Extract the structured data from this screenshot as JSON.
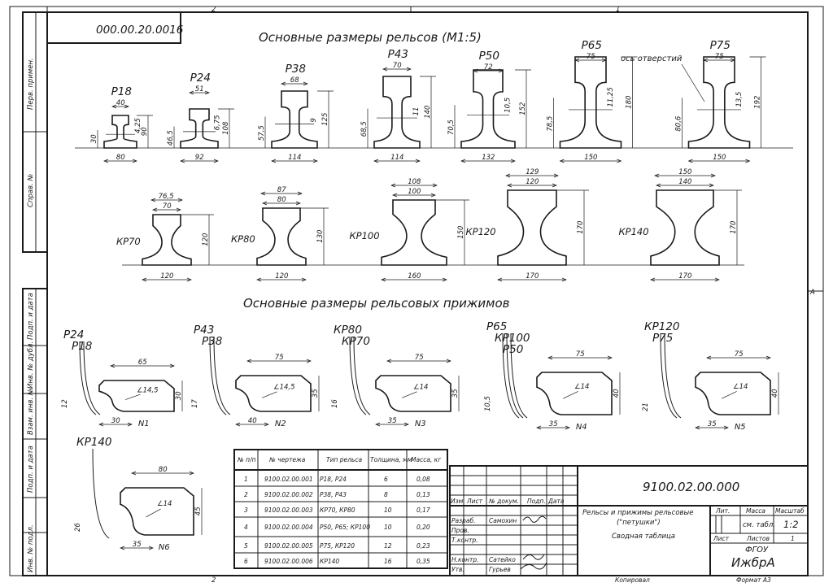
{
  "header": {
    "doc_code": "000.00.20.0016",
    "title_rails": "Основные размеры рельсов (М1:5)",
    "title_clamps": "Основные размеры рельсовых прижимов"
  },
  "side_strip": {
    "perv_primen": "Перв. примен.",
    "sprav_no": "Справ. №",
    "podp_data_1": "Подп. и дата",
    "inv_dubl": "Инв. № дубл.",
    "vzam_inv": "Взам. инв. №",
    "podp_data_2": "Подп. и дата",
    "inv_podl": "Инв. № подл."
  },
  "sheet_marks": {
    "zone_2": "2",
    "zone_1": "1",
    "zone_A": "A",
    "zone_2b": "2"
  },
  "rails_top": [
    {
      "name": "Р18",
      "head": "40",
      "height": "90",
      "base": "80",
      "web": "4,25",
      "low": "30"
    },
    {
      "name": "Р24",
      "head": "51",
      "height": "108",
      "base": "92",
      "web": "6,75",
      "low": "46,5"
    },
    {
      "name": "Р38",
      "head": "68",
      "height": "125",
      "base": "114",
      "web": "9",
      "low": "57,5"
    },
    {
      "name": "Р43",
      "head": "70",
      "height": "140",
      "base": "114",
      "web": "11",
      "low": "68,5"
    },
    {
      "name": "Р50",
      "head": "72",
      "height": "152",
      "base": "132",
      "web": "10,5",
      "low": "70,5"
    },
    {
      "name": "Р65",
      "head": "75",
      "height": "180",
      "base": "150",
      "web": "11,25",
      "low": "78,5"
    },
    {
      "name": "Р75",
      "head": "75",
      "height": "192",
      "base": "150",
      "web": "13,5",
      "low": "80,6"
    }
  ],
  "axis_label": "ось отверстий",
  "rails_kr": [
    {
      "name": "КР70",
      "head_outer": "76,5",
      "head": "70",
      "height": "120",
      "base": "120"
    },
    {
      "name": "КР80",
      "head_outer": "87",
      "head": "80",
      "height": "130",
      "base": "120"
    },
    {
      "name": "КР100",
      "head_outer": "108",
      "head": "100",
      "height": "150",
      "base": "160"
    },
    {
      "name": "КР120",
      "head_outer": "129",
      "head": "120",
      "height": "170",
      "base": "170"
    },
    {
      "name": "КР140",
      "head_outer": "150",
      "head": "140",
      "height": "170",
      "base": "170"
    }
  ],
  "clamps": [
    {
      "no": "N1",
      "rails": [
        "Р24",
        "Р18"
      ],
      "len": "65",
      "h": "30",
      "foot": "30",
      "gap": "12",
      "r": "14,5"
    },
    {
      "no": "N2",
      "rails": [
        "Р43",
        "Р38"
      ],
      "len": "75",
      "h": "35",
      "foot": "40",
      "gap": "17",
      "r": "14,5"
    },
    {
      "no": "N3",
      "rails": [
        "КР80",
        "КР70"
      ],
      "len": "75",
      "h": "35",
      "foot": "35",
      "gap": "16",
      "r": "14"
    },
    {
      "no": "N4",
      "rails": [
        "Р65",
        "КР100",
        "Р50"
      ],
      "len": "75",
      "h": "40",
      "foot": "35",
      "gap": "10,5",
      "r": "14"
    },
    {
      "no": "N5",
      "rails": [
        "КР120",
        "Р75"
      ],
      "len": "75",
      "h": "40",
      "foot": "35",
      "gap": "21",
      "r": "14"
    },
    {
      "no": "N6",
      "rails": [
        "КР140"
      ],
      "len": "80",
      "h": "45",
      "foot": "35",
      "gap": "26",
      "r": "14"
    }
  ],
  "spec_table": {
    "headers": [
      "№ п/п",
      "№ чертежа",
      "Тип рельса",
      "Толщина, мм",
      "Масса, кг"
    ],
    "rows": [
      [
        "1",
        "9100.02.00.001",
        "Р18, Р24",
        "6",
        "0,08"
      ],
      [
        "2",
        "9100.02.00.002",
        "Р38, Р43",
        "8",
        "0,13"
      ],
      [
        "3",
        "9100.02.00.003",
        "КР70, КР80",
        "10",
        "0,17"
      ],
      [
        "4",
        "9100.02.00.004",
        "Р50, Р65; КР100",
        "10",
        "0,20"
      ],
      [
        "5",
        "9100.02.00.005",
        "Р75, КР120",
        "12",
        "0,23"
      ],
      [
        "6",
        "9100.02.00.006",
        "КР140",
        "16",
        "0,35"
      ]
    ]
  },
  "title_block": {
    "designation": "9100.02.00.000",
    "name_line1": "Рельсы и прижимы рельсовые",
    "name_line2": "(\"петушки\")",
    "name_line3": "Сводная таблица",
    "col_izm": "Изм",
    "col_list": "Лист",
    "col_doc": "№ докум.",
    "col_podp": "Подп.",
    "col_data": "Дата",
    "razrab": "Разраб.",
    "razrab_name": "Самохин",
    "prov": "Пров.",
    "tkontr": "Т.контр.",
    "nkontr": "Н.контр.",
    "nkontr_name": "Сатейко",
    "utv": "Утв.",
    "utv_name": "Гурьев",
    "lit": "Лит.",
    "massa": "Масса",
    "masshtab": "Масштаб",
    "massa_val": "см. табл.",
    "scale_val": "1:2",
    "listov_label": "Лист",
    "listov": "Листов",
    "listov_val": "1",
    "org_top": "ФГОУ",
    "org": "ИжбрА",
    "kopiroval": "Копировал",
    "format": "Формат А3"
  }
}
